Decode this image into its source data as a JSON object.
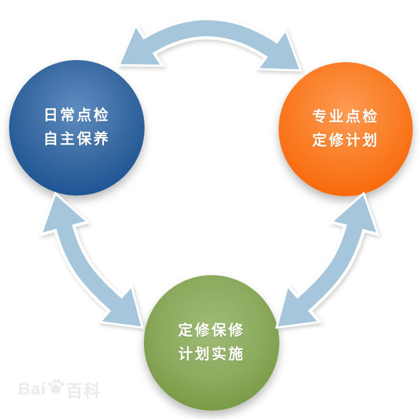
{
  "diagram": {
    "type": "cycle",
    "background": "#ffffff",
    "arrow_color": "#a6c6dc",
    "nodes": [
      {
        "id": "daily-inspection",
        "position": "top-left",
        "color": "#2e649e",
        "lines": [
          "日常点检",
          "自主保养"
        ]
      },
      {
        "id": "professional-inspection",
        "position": "top-right",
        "color": "#f9760f",
        "lines": [
          "专业点检",
          "定修计划"
        ]
      },
      {
        "id": "repair-plan-implementation",
        "position": "bottom-center",
        "color": "#85a452",
        "lines": [
          "定修保修",
          "计划实施"
        ]
      }
    ],
    "connectors": [
      {
        "between": [
          "daily-inspection",
          "professional-inspection"
        ],
        "bidirectional": true,
        "shape": "curved-double-arrow"
      },
      {
        "between": [
          "daily-inspection",
          "repair-plan-implementation"
        ],
        "bidirectional": true,
        "shape": "curved-double-arrow"
      },
      {
        "between": [
          "professional-inspection",
          "repair-plan-implementation"
        ],
        "bidirectional": true,
        "shape": "curved-double-arrow"
      }
    ],
    "watermark": {
      "icon": "paw-icon",
      "text_left": "Bai",
      "text_right": "百科"
    }
  }
}
